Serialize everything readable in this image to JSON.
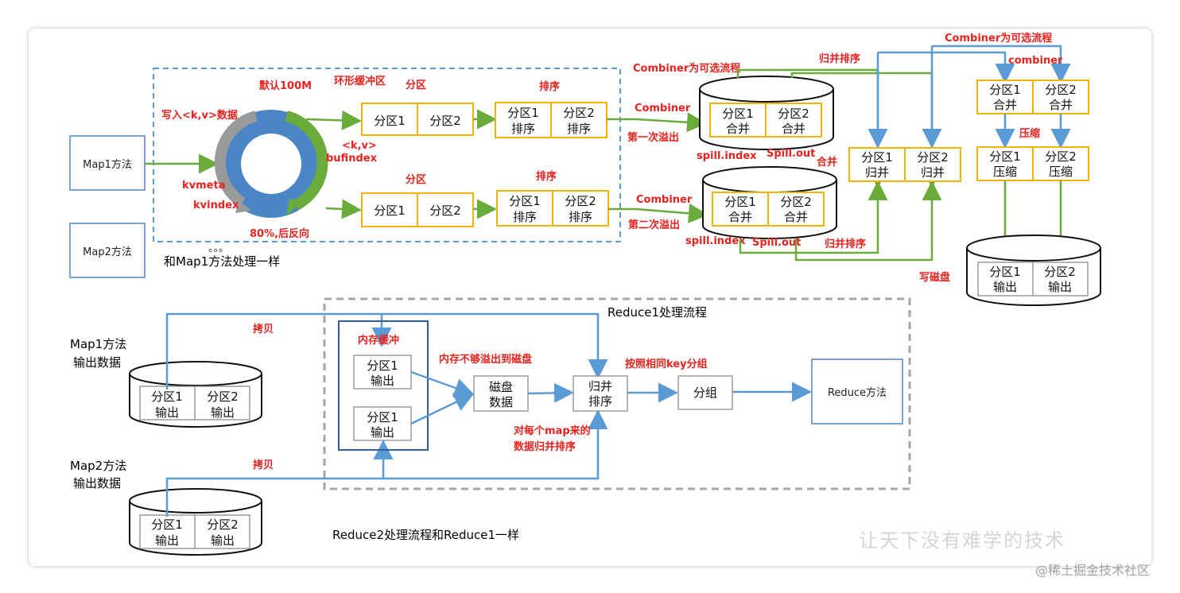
{
  "top": {
    "map1": "Map1方法",
    "map2": "Map2方法",
    "write_kv": "写入<k,v>数据",
    "default_size": "默认100M",
    "ring_buffer": "环形缓冲区",
    "kv": "<k,v>",
    "bufindex": "bufindex",
    "kvmeta": "kvmeta",
    "kvindex": "kvindex",
    "reverse": "80%,后反向",
    "dots": "。。。",
    "same_as_map1": "和Map1方法处理一样",
    "partition": "分区",
    "sort": "排序",
    "p1": "分区1",
    "p2": "分区2",
    "p1_sort_a": "分区1",
    "p1_sort_b": "排序",
    "p2_sort_a": "分区2",
    "p2_sort_b": "排序",
    "combiner_opt": "Combiner为可选流程",
    "combiner": "Combiner",
    "combiner_lc": "combiner",
    "spill1": "第一次溢出",
    "spill2": "第二次溢出",
    "spill_index": "spill.index",
    "spill_out": "Spill.out",
    "merge": "合并",
    "merge_sort": "归并排序",
    "p1_merge_a": "分区1",
    "p1_merge_b": "合并",
    "p2_merge_a": "分区2",
    "p2_merge_b": "合并",
    "p1_gb_a": "分区1",
    "p1_gb_b": "归并",
    "p2_gb_a": "分区2",
    "p2_gb_b": "归并",
    "compress": "压缩",
    "p1_cmp_a": "分区1",
    "p1_cmp_b": "压缩",
    "p2_cmp_a": "分区2",
    "p2_cmp_b": "压缩",
    "write_disk": "写磁盘",
    "p1_out_a": "分区1",
    "p1_out_b": "输出",
    "p2_out_a": "分区2",
    "p2_out_b": "输出"
  },
  "bottom": {
    "reduce1_title": "Reduce1处理流程",
    "map1_out": "Map1方法",
    "map1_out2": "输出数据",
    "map2_out": "Map2方法",
    "map2_out2": "输出数据",
    "copy": "拷贝",
    "mem_buffer": "内存缓冲",
    "mem_overflow": "内存不够溢出到磁盘",
    "disk_a": "磁盘",
    "disk_b": "数据",
    "merge_a": "归并",
    "merge_b": "排序",
    "group_by_key": "按照相同key分组",
    "group": "分组",
    "reduce_method": "Reduce方法",
    "per_map_sort_1": "对每个map来的",
    "per_map_sort_2": "数据归并排序",
    "p1": "分区1",
    "p2": "分区2",
    "out": "输出",
    "reduce2": "Reduce2处理流程和Reduce1一样"
  },
  "watermark": "让天下没有难学的技术",
  "footer": "@稀土掘金技术社区",
  "colors": {
    "red": "#e8231f",
    "green": "#6aab3c",
    "blue": "#5b9bd5",
    "yellow": "#f2b400",
    "ring": "#4a86c6"
  }
}
